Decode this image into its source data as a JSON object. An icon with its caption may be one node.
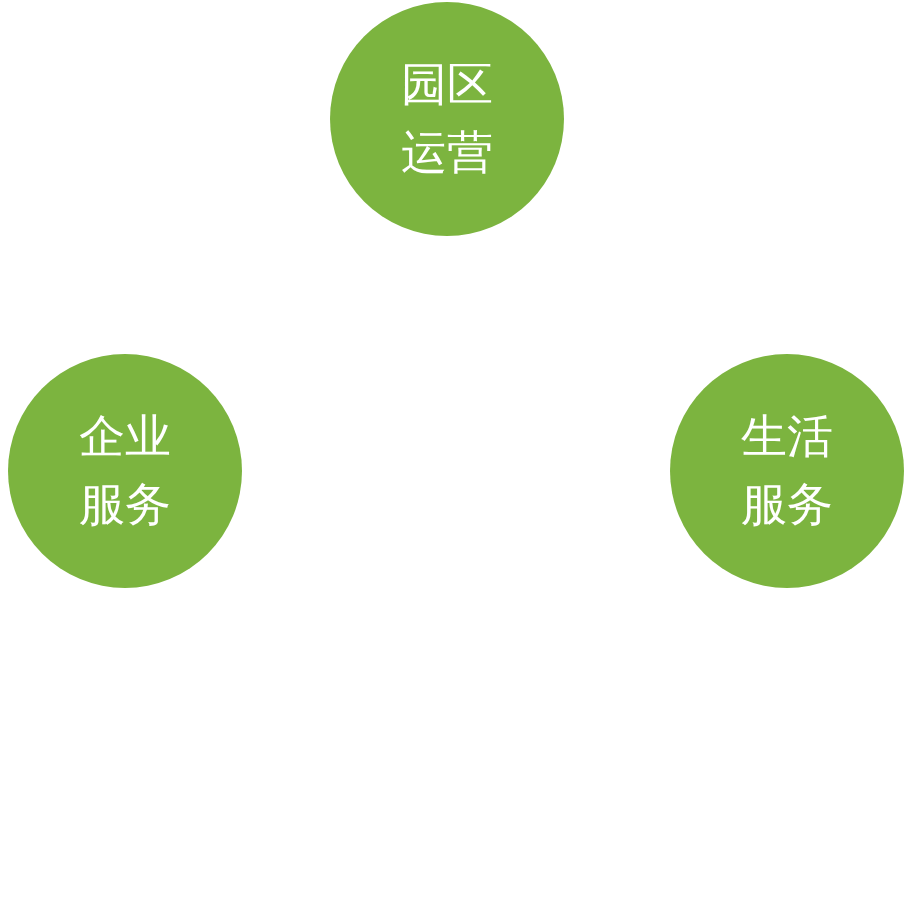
{
  "diagram": {
    "nodes": [
      {
        "text": [
          "园区运营"
        ]
      },
      {
        "text": [
          "企业服务"
        ]
      },
      {
        "text": [
          "生活服务"
        ]
      }
    ]
  }
}
